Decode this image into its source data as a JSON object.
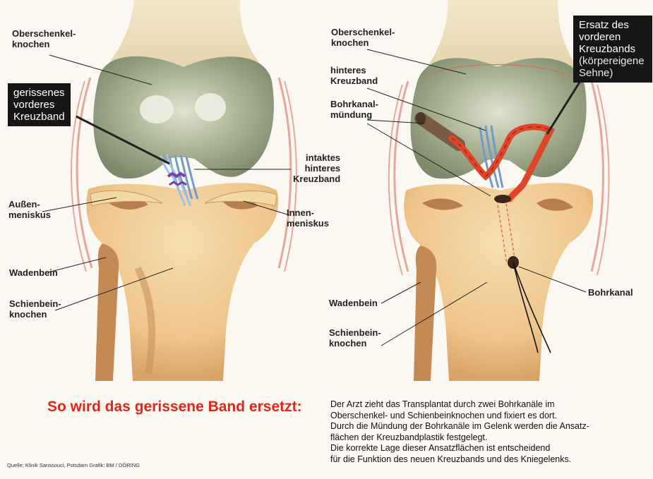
{
  "left_figure": {
    "labels": {
      "femur": "Oberschenkel-\nknochen",
      "torn_acl": "gerissenes\nvorderes\nKreuzband",
      "intact_pcl": "intaktes\nhinteres\nKreuzband",
      "lateral_meniscus": "Außen-\nmeniskus",
      "medial_meniscus": "Innen-\nmeniskus",
      "fibula": "Wadenbein",
      "tibia": "Schienbein-\nknochen"
    }
  },
  "right_figure": {
    "labels": {
      "femur": "Oberschenkel-\nknochen",
      "pcl": "hinteres\nKreuzband",
      "tunnel_mouth": "Bohrkanal-\nmündung",
      "replacement_title": "Ersatz des\nvorderen\nKreuzbands",
      "replacement_sub": "(körpereigene\nSehne)",
      "drill_channel": "Bohrkanal",
      "fibula": "Wadenbein",
      "tibia": "Schienbein-\nknochen"
    }
  },
  "headline": "So wird das gerissene Band ersetzt:",
  "body_lines": [
    "Der Arzt zieht das Transplantat durch zwei Bohrkanäle im",
    "Oberschenkel- und Schienbeinknochen und fixiert es dort.",
    "Durch die Mündung der Bohrkanäle im Gelenk werden die Ansatz-",
    "flächen der Kreuzbandplastik festgelegt.",
    "Die korrekte Lage dieser Ansatzflächen ist entscheidend",
    "für die Funktion des neuen Kreuzbands und des Kniegelenks."
  ],
  "credit": "Quelle: Klinik Sanssouci, Potsdam   Grafik: BM / DÖRING",
  "colors": {
    "headline": "#e1251b",
    "femur": "#a3ad8c",
    "tibia": "#edc88f",
    "ligament": "#8fb5d6",
    "graft": "#e0452a",
    "callout_bg": "#161616"
  }
}
